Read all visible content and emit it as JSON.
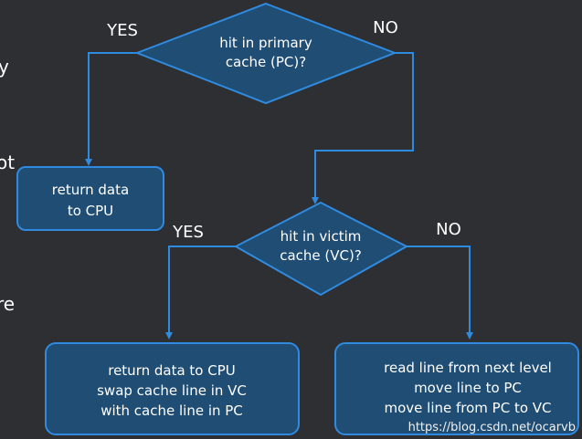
{
  "colors": {
    "background": "#2e2f33",
    "node_fill": "#1f4d73",
    "node_stroke": "#2f8be0",
    "connector": "#2f8be0",
    "text": "#ffffff"
  },
  "slide_fragments": [
    "y",
    "ot",
    "re"
  ],
  "decisions": {
    "primary": {
      "line1": "hit in primary",
      "line2": "cache (PC)?",
      "yes_label": "YES",
      "no_label": "NO"
    },
    "victim": {
      "line1": "hit in victim",
      "line2": "cache (VC)?",
      "yes_label": "YES",
      "no_label": "NO"
    }
  },
  "actions": {
    "return_cpu": {
      "lines": [
        "return data",
        "to CPU"
      ]
    },
    "swap": {
      "lines": [
        "return data to CPU",
        "swap cache line in VC",
        "with cache line in PC"
      ]
    },
    "read_next": {
      "lines": [
        "read line from next level",
        "move line to PC",
        "move line from PC to VC"
      ]
    }
  },
  "watermark": "https://blog.csdn.net/ocarvb"
}
